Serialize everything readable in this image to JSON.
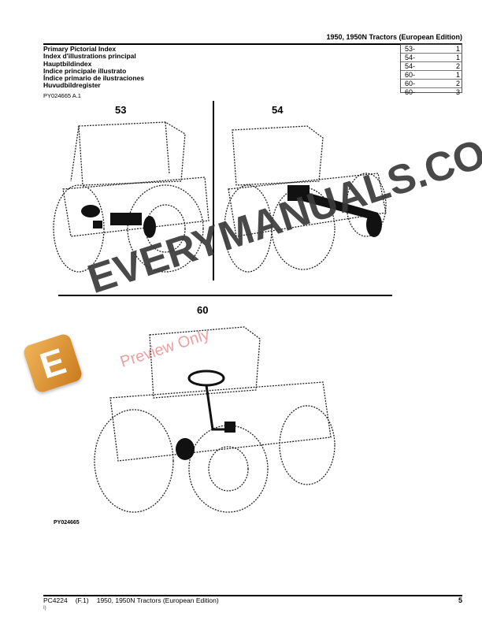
{
  "header": {
    "title": "1950, 1950N Tractors (European Edition)"
  },
  "index": {
    "titles": [
      "Primary Pictorial Index",
      "Index d'illustrations principal",
      "Hauptbildindex",
      "Indice principale illustrato",
      "Índice primario de ilustraciones",
      "Huvudbildregister"
    ],
    "ref": "PY024665 A.1",
    "pages": [
      {
        "section": "53-",
        "page": "1"
      },
      {
        "section": "54-",
        "page": "1"
      },
      {
        "section": "54-",
        "page": "2"
      },
      {
        "section": "60-",
        "page": "1"
      },
      {
        "section": "60-",
        "page": "2"
      },
      {
        "section": "60-",
        "page": "3"
      }
    ]
  },
  "figures": {
    "labels": [
      "53",
      "54",
      "60"
    ],
    "image_ref": "PY024665"
  },
  "watermark": {
    "text": "EVERYMANUALS.COM",
    "sub": "Preview Only",
    "logo_letter": "E",
    "logo_color": "#e09a3a"
  },
  "footer": {
    "code": "PC4224",
    "rev": "(F.1)",
    "title": "1950, 1950N Tractors (European Edition)",
    "page": "5",
    "sub": "I)"
  }
}
